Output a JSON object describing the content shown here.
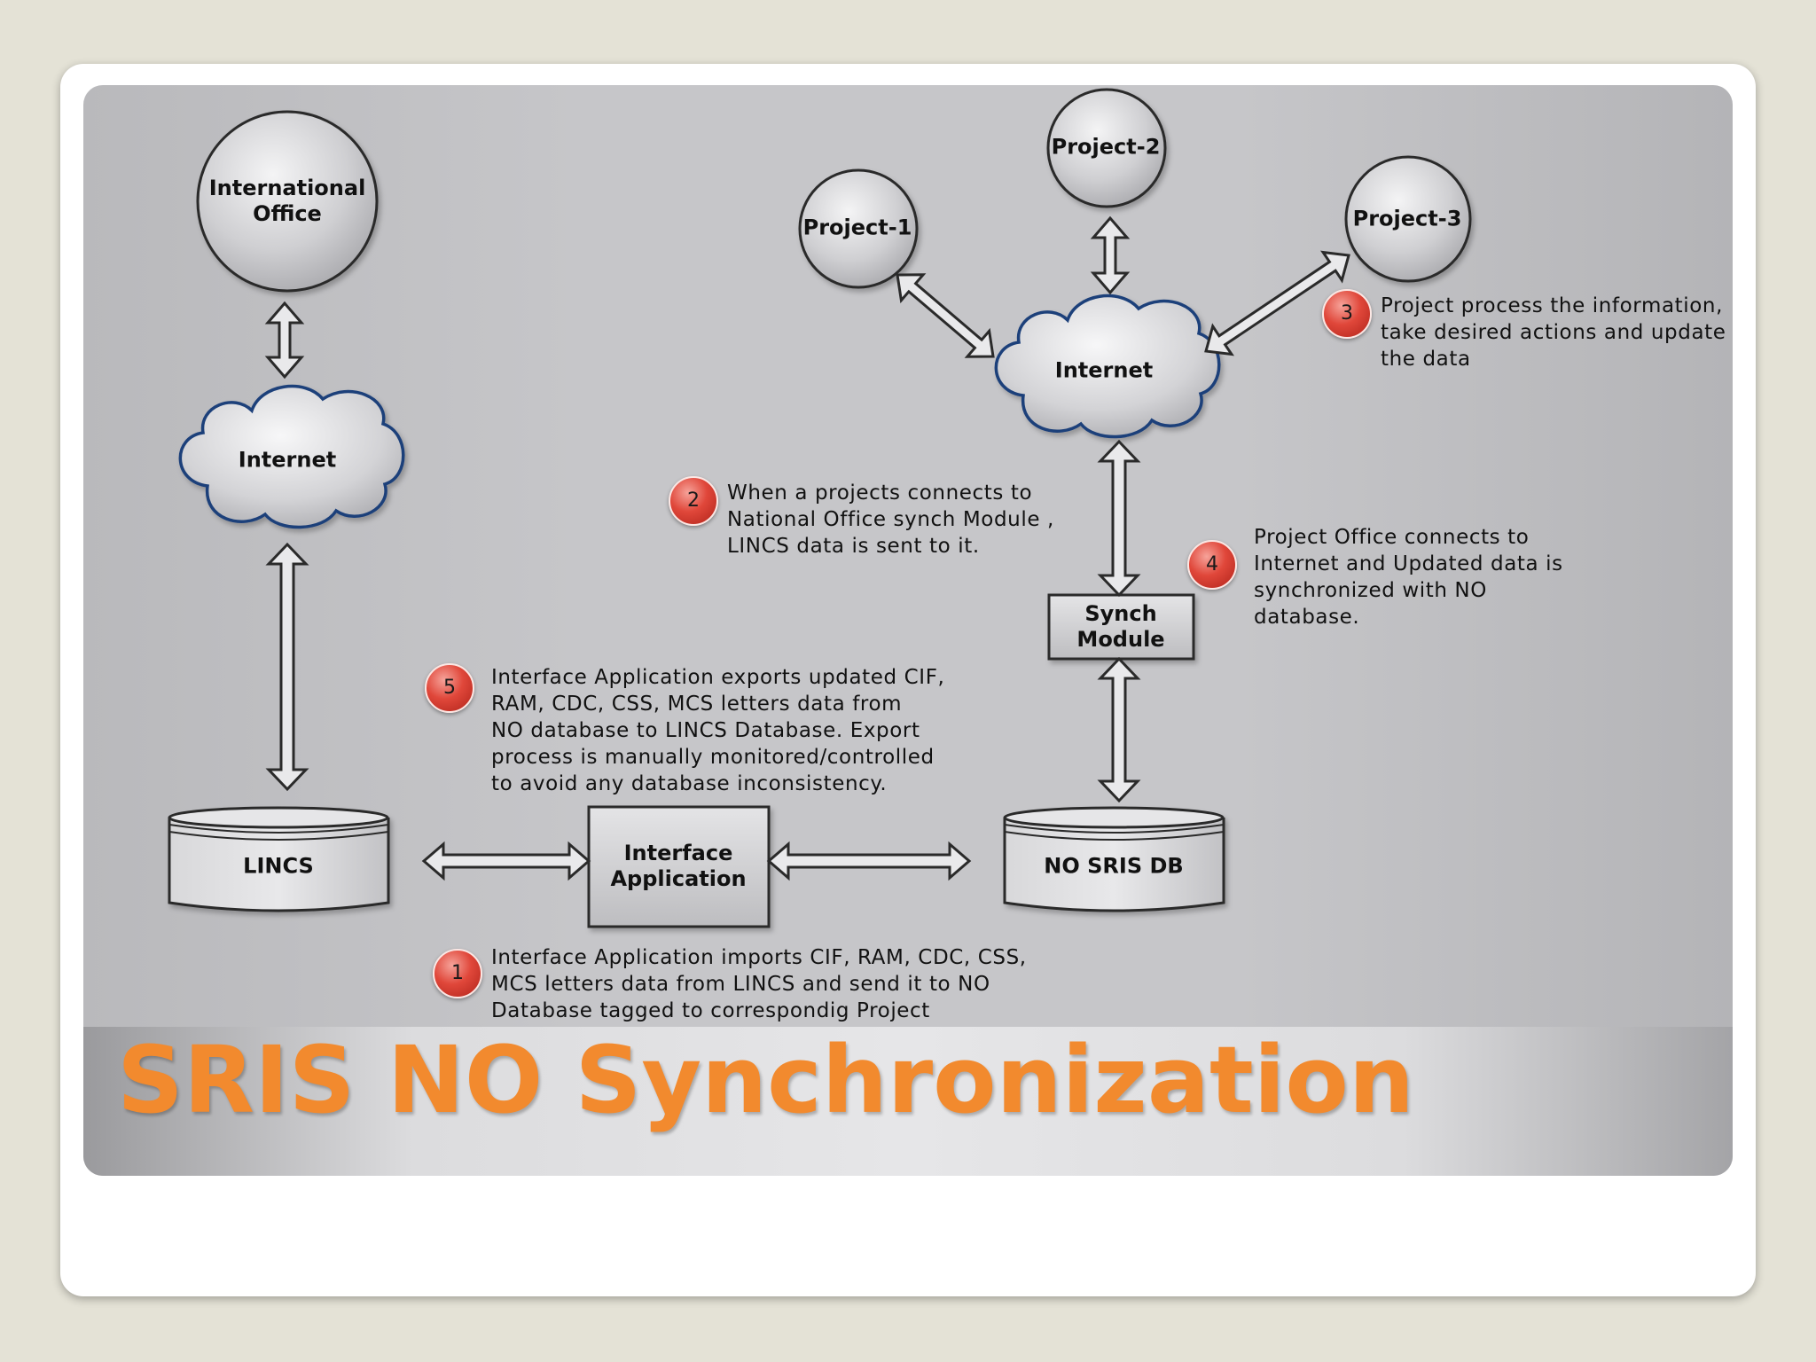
{
  "slide": {
    "title": "SRIS NO Synchronization"
  },
  "nodes": {
    "international_office": [
      "International",
      "Office"
    ],
    "internet_left": "Internet",
    "internet_right": "Internet",
    "project_1": "Project-1",
    "project_2": "Project-2",
    "project_3": "Project-3",
    "synch_module": [
      "Synch",
      "Module"
    ],
    "interface_application": [
      "Interface",
      "Application"
    ],
    "lincs": "LINCS",
    "no_sris_db": "NO SRIS DB"
  },
  "steps": [
    {
      "number": "1",
      "lines": [
        "Interface Application imports   CIF, RAM, CDC, CSS,",
        "MCS letters data from LINCS and send it to NO",
        "Database tagged to correspondig Project"
      ]
    },
    {
      "number": "2",
      "lines": [
        "When a projects connects to",
        "National Office synch Module ,",
        "LINCS data is sent to it."
      ]
    },
    {
      "number": "3",
      "lines": [
        "Project process the information,",
        "take desired actions and update",
        "the data"
      ]
    },
    {
      "number": "4",
      "lines": [
        "Project Office connects to",
        "Internet and Updated data is",
        "synchronized with NO",
        "database."
      ]
    },
    {
      "number": "5",
      "lines": [
        "Interface Application exports updated CIF,",
        "RAM, CDC, CSS, MCS letters data from",
        "NO database to LINCS Database. Export",
        "process is manually monitored/controlled",
        "to avoid any database inconsistency."
      ]
    }
  ],
  "colors": {
    "title": "#f28a2e",
    "badge": "#e0473a",
    "cloud_outline": "#1c3f7a"
  }
}
